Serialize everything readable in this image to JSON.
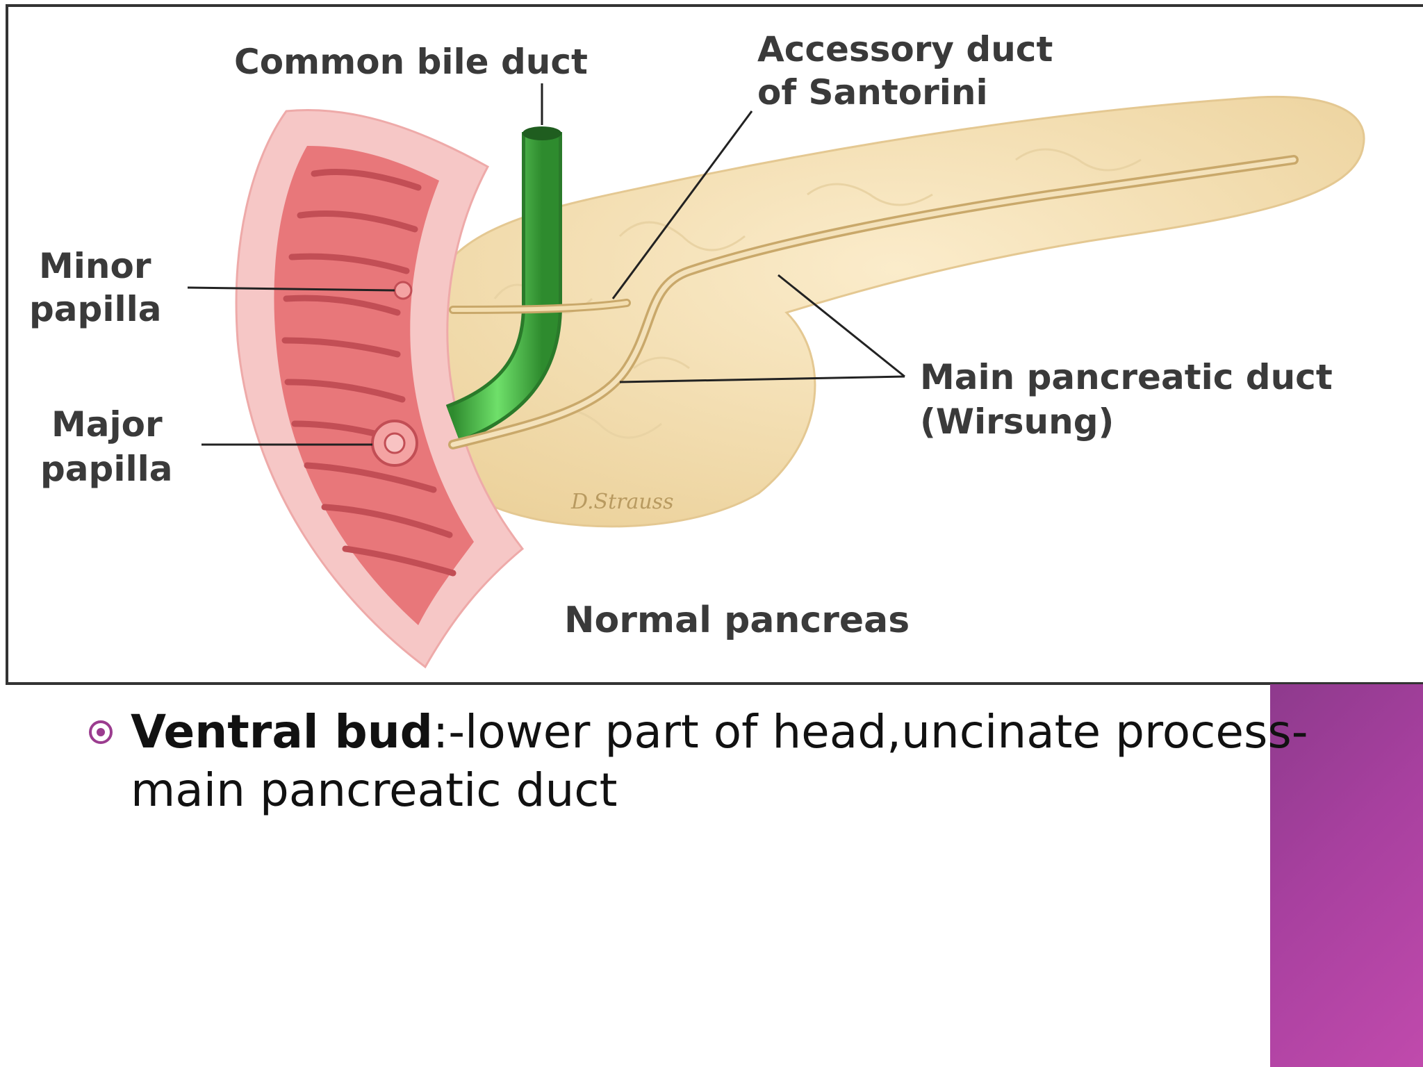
{
  "figure": {
    "labels": {
      "common_bile_duct": "Common bile duct",
      "accessory_duct_line1": "Accessory duct",
      "accessory_duct_line2": "of Santorini",
      "minor_papilla_line1": "Minor",
      "minor_papilla_line2": "papilla",
      "major_papilla_line1": "Major",
      "major_papilla_line2": "papilla",
      "main_duct_line1": "Main pancreatic duct",
      "main_duct_line2": "(Wirsung)",
      "caption": "Normal pancreas"
    },
    "signature_text": "D.Strauss"
  },
  "bullets": [
    {
      "term": "Ventral bud",
      "separator": ":",
      "text": "-lower part of head,uncinate process-main pancreatic duct"
    }
  ],
  "colors": {
    "accent_magenta": "#a8409f",
    "bile_duct_green": "#3cb043",
    "pancreas_tan": "#f3dfb4",
    "duodenum_pink": "#e8777a"
  }
}
